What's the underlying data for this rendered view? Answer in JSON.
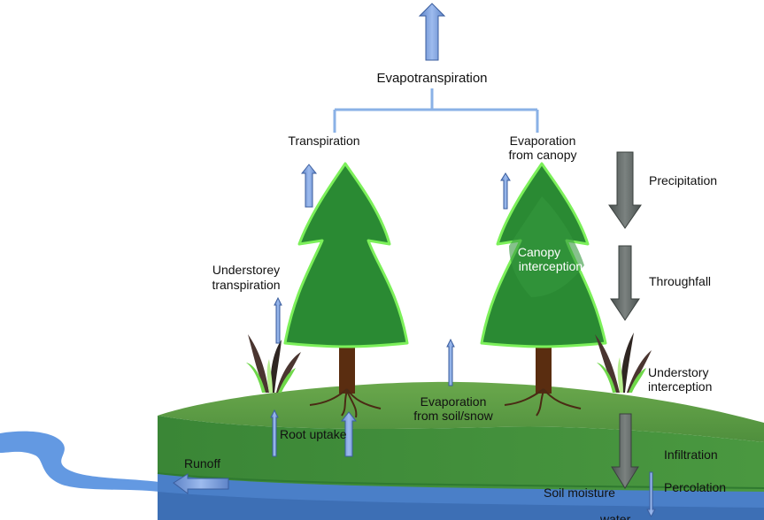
{
  "labels": {
    "evapotranspiration": "Evapotranspiration",
    "transpiration": "Transpiration",
    "evaporation_canopy_1": "Evaporation",
    "evaporation_canopy_2": "from canopy",
    "precipitation": "Precipitation",
    "canopy_interception_1": "Canopy",
    "canopy_interception_2": "interception",
    "throughfall": "Throughfall",
    "understorey_transpiration_1": "Understorey",
    "understorey_transpiration_2": "transpiration",
    "understory_interception_1": "Understory",
    "understory_interception_2": "interception",
    "evaporation_soil_1": "Evaporation",
    "evaporation_soil_2": "from soil/snow",
    "root_uptake": "Root uptake",
    "runoff": "Runoff",
    "infiltration": "Infiltration",
    "soil_moisture": "Soil moisture",
    "percolation": "Percolation",
    "groundwater_partial": "water"
  },
  "colors": {
    "tree_green": "#2a8a33",
    "tree_outline": "#7cf05a",
    "trunk": "#5a2d10",
    "ground_top": "#5e9e45",
    "ground_side": "#3f8a3a",
    "groundwater": "#4a7fc8",
    "water_body": "#5b93e0",
    "flux_arrow_blue": "#7fa3df",
    "precip_arrow_grey": "#5f6664",
    "connector": "#8ab1e6"
  }
}
